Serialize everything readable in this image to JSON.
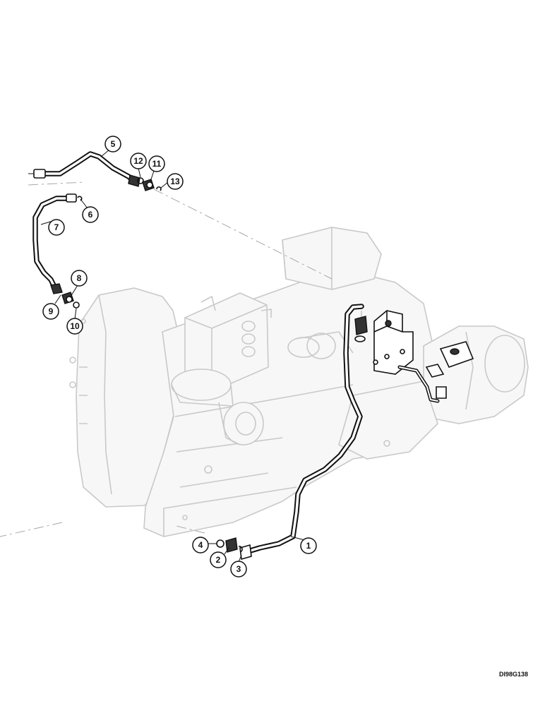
{
  "callouts": [
    {
      "id": "1",
      "label": "1"
    },
    {
      "id": "2",
      "label": "2"
    },
    {
      "id": "3",
      "label": "3"
    },
    {
      "id": "4",
      "label": "4"
    },
    {
      "id": "5",
      "label": "5"
    },
    {
      "id": "6",
      "label": "6"
    },
    {
      "id": "7",
      "label": "7"
    },
    {
      "id": "8",
      "label": "8"
    },
    {
      "id": "9",
      "label": "9"
    },
    {
      "id": "10",
      "label": "10"
    },
    {
      "id": "11",
      "label": "11"
    },
    {
      "id": "12",
      "label": "12"
    },
    {
      "id": "13",
      "label": "13"
    }
  ],
  "reference_code": "DI98G138"
}
